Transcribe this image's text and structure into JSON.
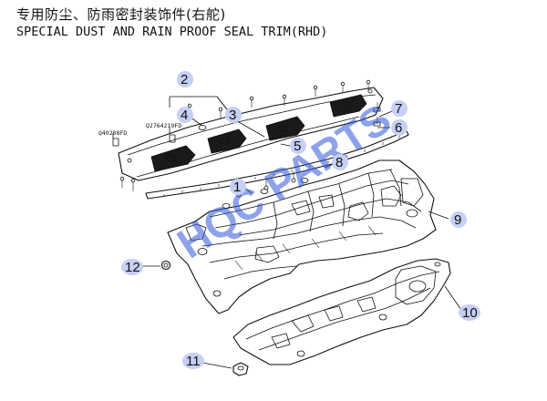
{
  "header": {
    "title_cn": "专用防尘、防雨密封装饰件(右舵)",
    "title_en": "SPECIAL DUST AND RAIN PROOF SEAL TRIM(RHD)"
  },
  "watermark": {
    "text": "HQC PARTS",
    "color": "#2f55d8"
  },
  "part_codes": [
    "Q40208FD",
    "Q2764219FD"
  ],
  "callouts": [
    "1",
    "2",
    "3",
    "4",
    "5",
    "6",
    "7",
    "8",
    "9",
    "10",
    "11",
    "12"
  ],
  "colors": {
    "line": "#111111",
    "badge": "#c6d0f4",
    "dark_pad": "#1a1a1a"
  }
}
